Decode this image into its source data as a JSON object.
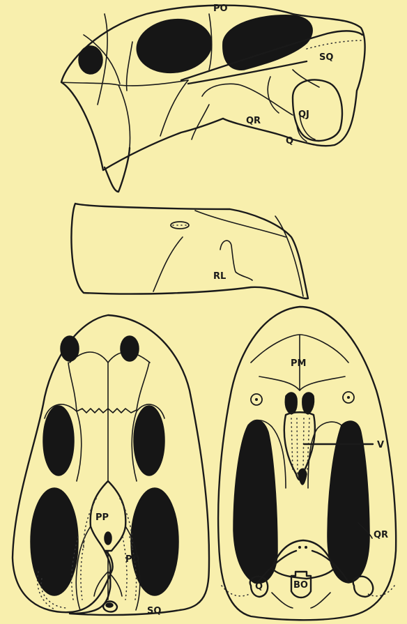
{
  "figure": {
    "lateral_skull_labels": {
      "po": "PO",
      "sq": "SQ",
      "qj": "QJ",
      "qr": "QR",
      "q": "Q"
    },
    "lower_jaw_labels": {
      "rl": "RL"
    },
    "dorsal_skull_labels": {
      "pp": "PP",
      "po": "PO",
      "sq": "SQ"
    },
    "palatal_skull_labels": {
      "pm": "PM",
      "v": "V",
      "qr": "QR",
      "q": "Q",
      "bo": "BO"
    },
    "colors": {
      "background": "#f8efad",
      "ink": "#161616"
    }
  }
}
